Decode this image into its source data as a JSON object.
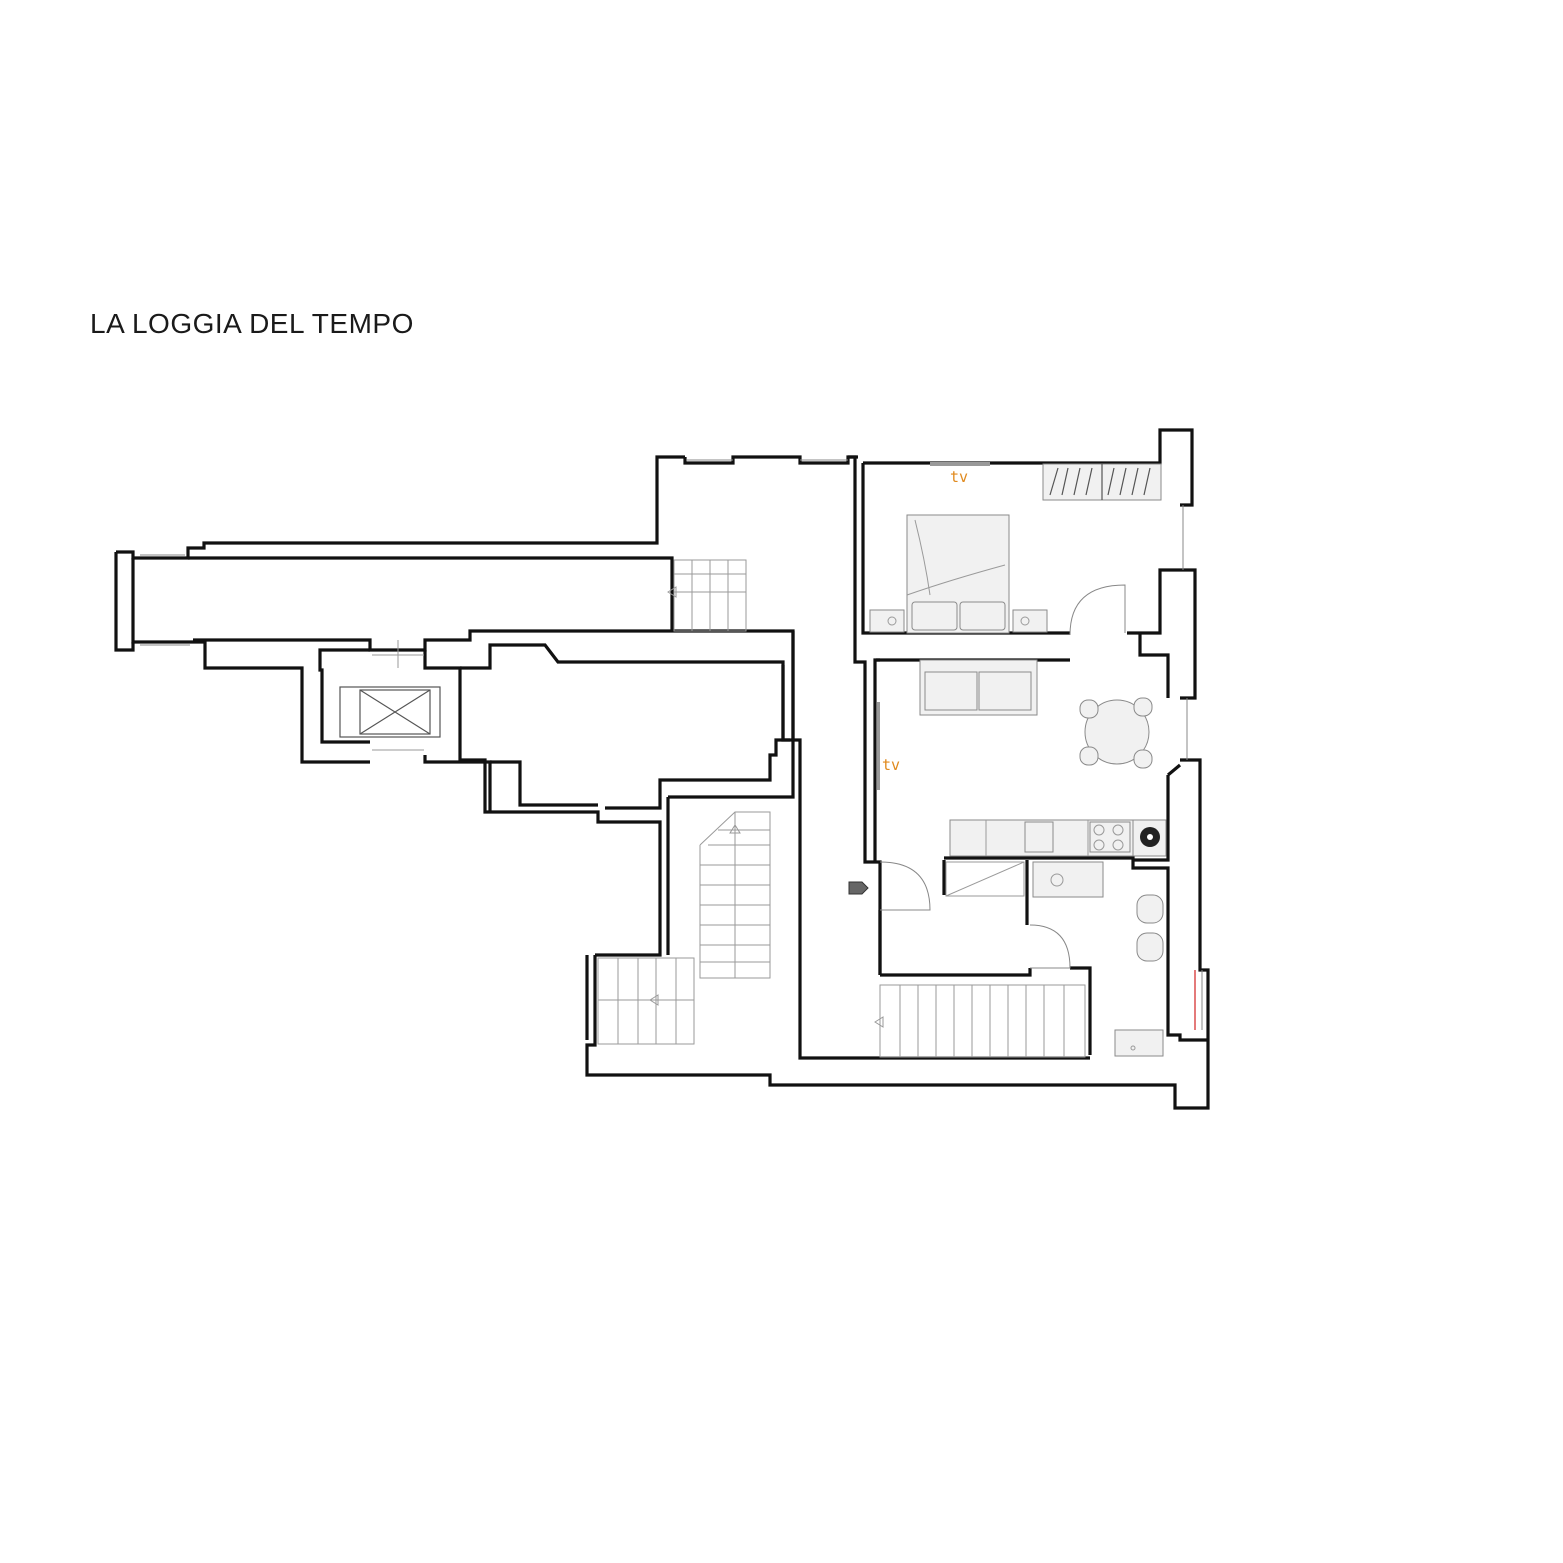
{
  "title": "LA LOGGIA DEL TEMPO",
  "labels": {
    "tv_bedroom": "tv",
    "tv_living": "tv"
  },
  "colors": {
    "walls": "#111111",
    "furniture": "#f1f1f1",
    "tv_label": "#e08a1e",
    "window_accent": "#d94040"
  }
}
